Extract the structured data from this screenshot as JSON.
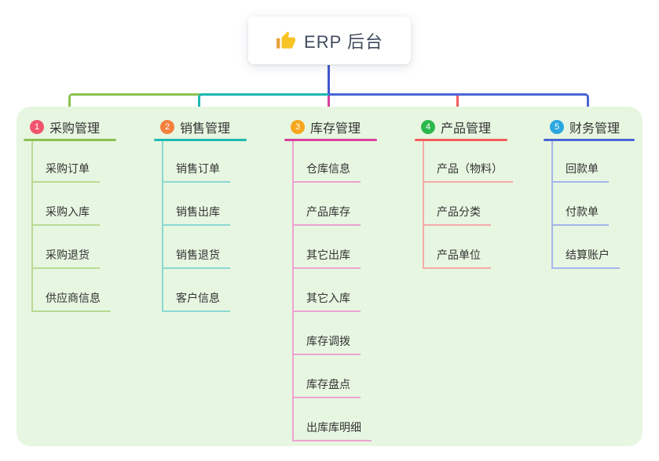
{
  "root": {
    "label": "ERP 后台",
    "icon": "thumbs-up-icon"
  },
  "branches": [
    {
      "num": "1",
      "label": "采购管理",
      "badge_color": "#f0556d",
      "line_color": "#8cc152",
      "light_line_color": "#b9da92",
      "children": [
        "采购订单",
        "采购入库",
        "采购退货",
        "供应商信息"
      ]
    },
    {
      "num": "2",
      "label": "销售管理",
      "badge_color": "#f5803e",
      "line_color": "#1db9b0",
      "light_line_color": "#8ad9d3",
      "children": [
        "销售订单",
        "销售出库",
        "销售退货",
        "客户信息"
      ]
    },
    {
      "num": "3",
      "label": "库存管理",
      "badge_color": "#f7a61d",
      "line_color": "#d8409f",
      "light_line_color": "#eda2d0",
      "children": [
        "仓库信息",
        "产品库存",
        "其它出库",
        "其它入库",
        "库存调拨",
        "库存盘点",
        "出库库明细"
      ]
    },
    {
      "num": "4",
      "label": "产品管理",
      "badge_color": "#2db84d",
      "line_color": "#f25e5e",
      "light_line_color": "#f6a9a9",
      "children": [
        "产品（物料）",
        "产品分类",
        "产品单位"
      ]
    },
    {
      "num": "5",
      "label": "财务管理",
      "badge_color": "#2ba7e0",
      "line_color": "#4a66d6",
      "light_line_color": "#a6b5ec",
      "children": [
        "回款单",
        "付款单",
        "结算账户"
      ]
    }
  ],
  "colors": {
    "panel_background": "#e7f6e1",
    "root_connector": "#4156cf",
    "root_text": "#3f4b5e",
    "node_text": "#333333"
  }
}
